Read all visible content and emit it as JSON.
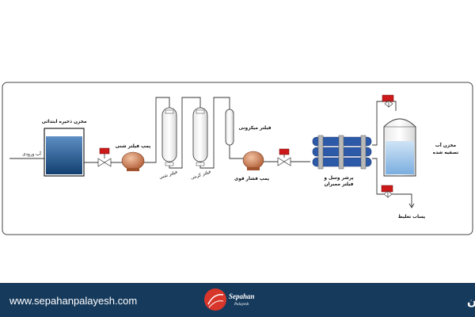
{
  "diagram": {
    "labels": {
      "inlet_water": "آب ورودی",
      "storage_tank": "مخزن ذخیره ابتدائی",
      "sand_filter_pump": "پمپ فیلتر شنی",
      "sand_filter": "فیلتر شنی",
      "carbon_filter": "فیلتر کربنی",
      "micron_filter": "فیلتر میکرونی",
      "high_pressure_pump": "پمپ فشار قوی",
      "membrane_housing_line1": "پرشر وسل و",
      "membrane_housing_line2": "فیلتر ممبران",
      "product_tank_line1": "مخزن آب",
      "product_tank_line2": "تصفیه شده",
      "concentrate_pump": "پساب تغلیظ"
    },
    "colors": {
      "line": "#333333",
      "water": "#1a4f8a",
      "valve_red": "#cc1a1a",
      "pump": "#c97b55"
    }
  },
  "footer": {
    "url": "www.sepahanpalayesh.com",
    "title": "دیاگرام و اجزا دستگاه آب شیرین کن",
    "logo_name": "Sepahan",
    "logo_sub": "Palayesh",
    "bg_color": "#163a5c"
  }
}
